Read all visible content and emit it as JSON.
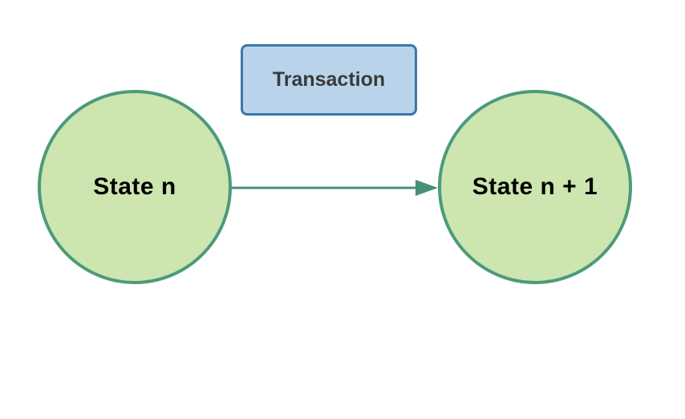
{
  "diagram": {
    "type": "state-transition",
    "nodes": [
      {
        "id": "state-n",
        "label": "State n",
        "shape": "circle"
      },
      {
        "id": "state-n-plus-1",
        "label": "State n + 1",
        "shape": "circle"
      }
    ],
    "edge": {
      "from": "state-n",
      "to": "state-n-plus-1",
      "label": "Transaction",
      "direction": "right"
    }
  },
  "colors": {
    "background": "#ffffff",
    "node_fill": "#cde5ae",
    "node_border": "#4c9a7b",
    "node_text": "#000000",
    "arrow": "#459177",
    "box_fill": "#b9d4ea",
    "box_border": "#3b76ad",
    "box_text": "#3a3a3a"
  }
}
